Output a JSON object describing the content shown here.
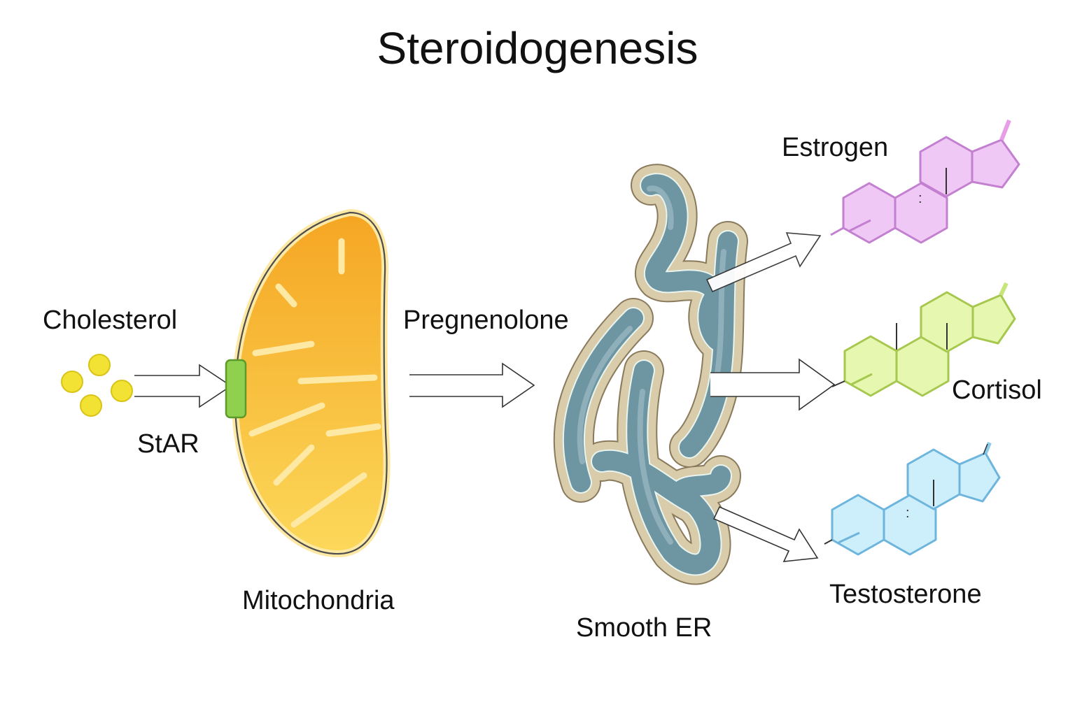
{
  "diagram": {
    "title": "Steroidogenesis",
    "labels": {
      "cholesterol": "Cholesterol",
      "star": "StAR",
      "mitochondria": "Mitochondria",
      "pregnenolone": "Pregnenolone",
      "smooth_er": "Smooth ER",
      "estrogen": "Estrogen",
      "cortisol": "Cortisol",
      "testosterone": "Testosterone"
    },
    "colors": {
      "mito_fill_top": "#f5a623",
      "mito_fill_bottom": "#fcd85a",
      "mito_inner_membrane": "#fde9a3",
      "star_protein": "#8fd14f",
      "cholesterol_dot": "#f2e234",
      "er_outer": "#d8ccab",
      "er_lumen": "#6e95a2",
      "estrogen": "#c37fd0",
      "estrogen_fill": "#f0c8f5",
      "cortisol": "#a6c84f",
      "cortisol_fill": "#e6f7b0",
      "testosterone": "#6db5dc",
      "testosterone_fill": "#cdeefb"
    }
  }
}
